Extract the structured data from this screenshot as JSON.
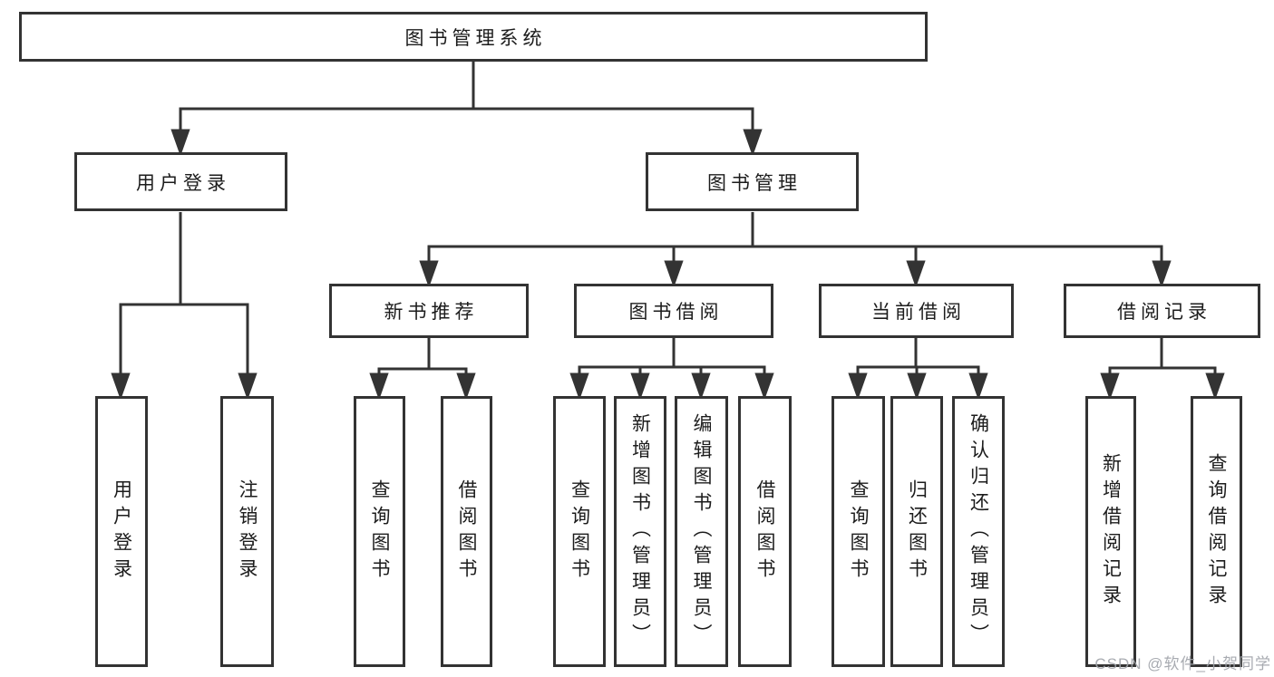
{
  "diagram": {
    "root": {
      "label": "图书管理系统"
    },
    "level2": [
      {
        "label": "用户登录"
      },
      {
        "label": "图书管理"
      }
    ],
    "level3": [
      {
        "label": "新书推荐",
        "parent": "图书管理"
      },
      {
        "label": "图书借阅",
        "parent": "图书管理"
      },
      {
        "label": "当前借阅",
        "parent": "图书管理"
      },
      {
        "label": "借阅记录",
        "parent": "图书管理"
      }
    ],
    "leaves": [
      {
        "label": "用户登录",
        "parent": "用户登录"
      },
      {
        "label": "注销登录",
        "parent": "用户登录"
      },
      {
        "label": "查询图书",
        "parent": "新书推荐"
      },
      {
        "label": "借阅图书",
        "parent": "新书推荐"
      },
      {
        "label": "查询图书",
        "parent": "图书借阅"
      },
      {
        "label": "新增图书（管理员）",
        "parent": "图书借阅"
      },
      {
        "label": "编辑图书（管理员）",
        "parent": "图书借阅"
      },
      {
        "label": "借阅图书",
        "parent": "图书借阅"
      },
      {
        "label": "查询图书",
        "parent": "当前借阅"
      },
      {
        "label": "归还图书",
        "parent": "当前借阅"
      },
      {
        "label": "确认归还（管理员）",
        "parent": "当前借阅"
      },
      {
        "label": "新增借阅记录",
        "parent": "借阅记录"
      },
      {
        "label": "查询借阅记录",
        "parent": "借阅记录"
      }
    ]
  },
  "watermark": {
    "text": "CSDN @软件_小贺同学"
  },
  "colors": {
    "line": "#333333",
    "box_border": "#333333",
    "text": "#1c1c1c",
    "watermark": "#9fa3a9",
    "background": "#ffffff"
  }
}
